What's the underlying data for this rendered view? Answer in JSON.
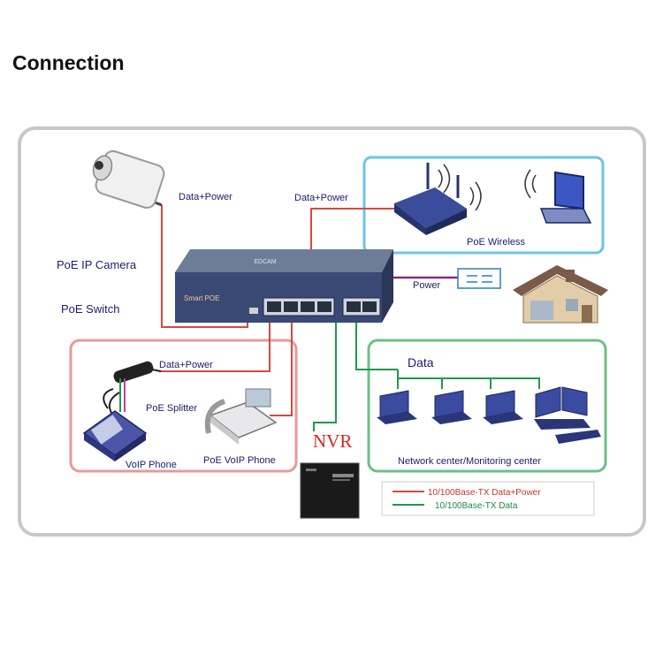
{
  "page": {
    "title": "Connection"
  },
  "labels": {
    "data_power_camera": "Data+Power",
    "data_power_switch": "Data+Power",
    "poe_wireless": "PoE Wireless",
    "poe_ip_camera": "PoE IP Camera",
    "poe_switch": "PoE Switch",
    "power": "Power",
    "data_power_splitter": "Data+Power",
    "poe_splitter": "PoE  Splitter",
    "voip_phone": "VoIP Phone",
    "poe_voip_phone": "PoE VoIP Phone",
    "data": "Data",
    "network_center": "Network center/Monitoring center",
    "nvr": "NVR",
    "switch_brand": "EDCAM",
    "switch_model": "Smart POE"
  },
  "legend": [
    {
      "label": "10/100Base-TX Data+Power",
      "color": "#d9473f"
    },
    {
      "label": "10/100Base-TX Data",
      "color": "#1f9a4a"
    }
  ],
  "colors": {
    "frame": "#c8c8c8",
    "wireless_box": "#6cc4e6",
    "voip_box": "#e79a9a",
    "network_box": "#6cbf85",
    "data_power_line": "#d9473f",
    "data_line": "#1f9a4a",
    "power_line": "#8a2a7a"
  }
}
